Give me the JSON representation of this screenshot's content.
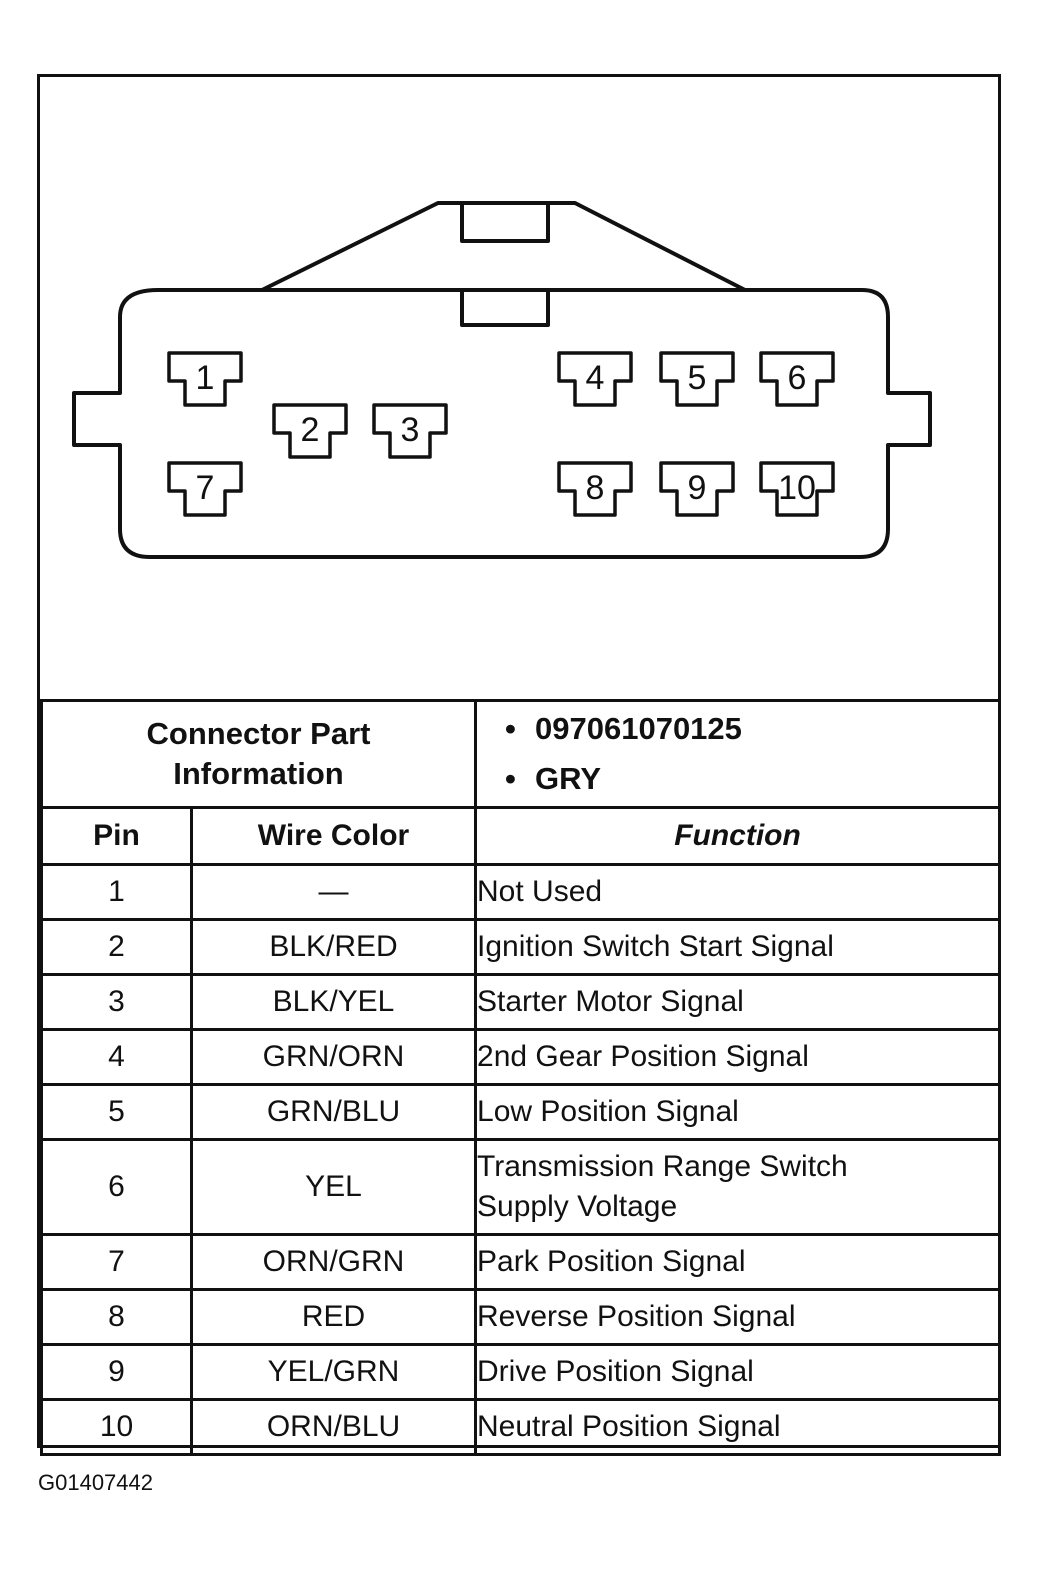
{
  "connector": {
    "pins": [
      "1",
      "2",
      "3",
      "4",
      "5",
      "6",
      "7",
      "8",
      "9",
      "10"
    ]
  },
  "part_info": {
    "label_line1": "Connector Part",
    "label_line2": "Information",
    "values": [
      "097061070125",
      "GRY"
    ]
  },
  "columns": {
    "pin": "Pin",
    "wire": "Wire Color",
    "function": "Function"
  },
  "rows": [
    {
      "pin": "1",
      "wire": "—",
      "function": "Not Used"
    },
    {
      "pin": "2",
      "wire": "BLK/RED",
      "function": "Ignition Switch Start Signal"
    },
    {
      "pin": "3",
      "wire": "BLK/YEL",
      "function": "Starter Motor Signal"
    },
    {
      "pin": "4",
      "wire": "GRN/ORN",
      "function": "2nd Gear Position Signal"
    },
    {
      "pin": "5",
      "wire": "GRN/BLU",
      "function": "Low Position Signal"
    },
    {
      "pin": "6",
      "wire": "YEL",
      "function": "Transmission Range Switch",
      "function2": "Supply Voltage"
    },
    {
      "pin": "7",
      "wire": "ORN/GRN",
      "function": "Park Position Signal"
    },
    {
      "pin": "8",
      "wire": "RED",
      "function": "Reverse Position Signal"
    },
    {
      "pin": "9",
      "wire": "YEL/GRN",
      "function": "Drive Position Signal"
    },
    {
      "pin": "10",
      "wire": "ORN/BLU",
      "function": "Neutral Position Signal"
    }
  ],
  "footer": {
    "code": "G01407442"
  }
}
